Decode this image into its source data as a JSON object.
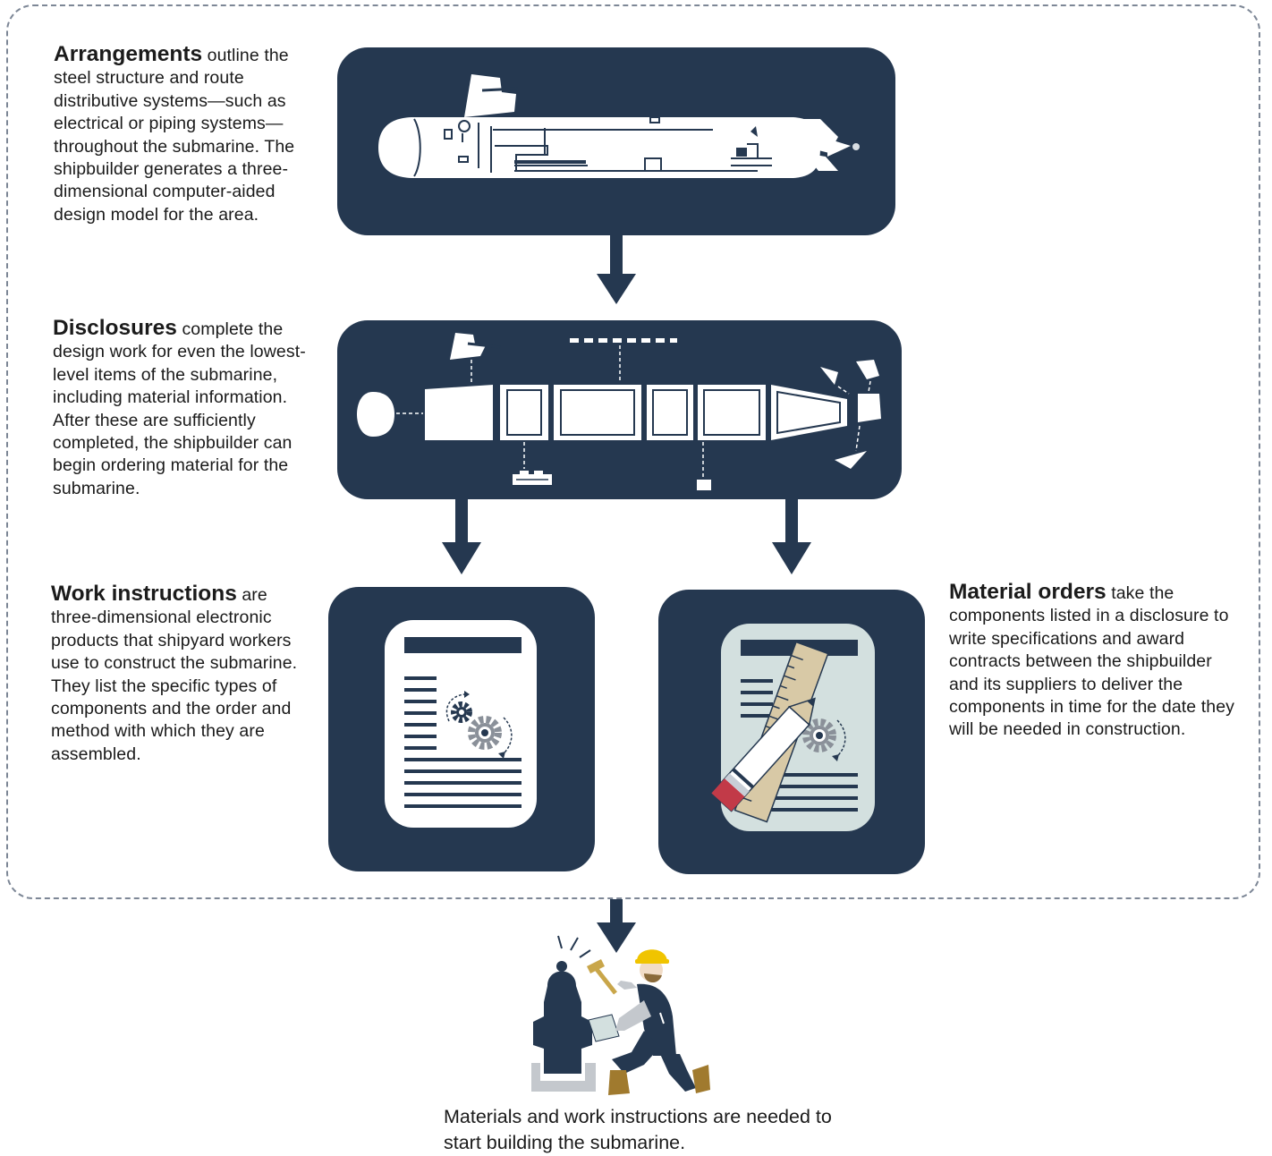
{
  "steps": {
    "arrangements": {
      "title": "Arrangements",
      "text": "outline the steel structure and route distributive systems—such as electrical or piping systems—throughout the submarine. The shipbuilder generates a three-dimensional computer-aided design model for the area."
    },
    "disclosures": {
      "title": "Disclosures",
      "text": "complete the design work for even the lowest-level items of the submarine, including material information. After these are sufficiently completed, the shipbuilder can begin ordering material for the submarine."
    },
    "work_instructions": {
      "title": "Work instructions",
      "text": "are three-dimensional electronic products that shipyard workers use to construct the submarine. They list the specific types of components and the order and method with which they are assembled."
    },
    "material_orders": {
      "title": "Material orders",
      "text": "take the components listed in a disclosure to write specifications and award contracts between the shipbuilder and its suppliers to deliver the components in time for the date they will be needed in construction."
    }
  },
  "caption": "Materials and work instructions are needed to start building the submarine.",
  "colors": {
    "panel": "#253850",
    "paper": "#ffffff",
    "paper_tinted": "#d3e0df",
    "ruler": "#d8c9a6",
    "helmet": "#f0c400",
    "boot": "#a07a2e"
  },
  "icons": [
    "submarine-icon",
    "exploded-submarine-icon",
    "document-gears-icon",
    "ruler-pencil-icon",
    "shipbuilder-worker-icon",
    "down-arrow-icon"
  ]
}
